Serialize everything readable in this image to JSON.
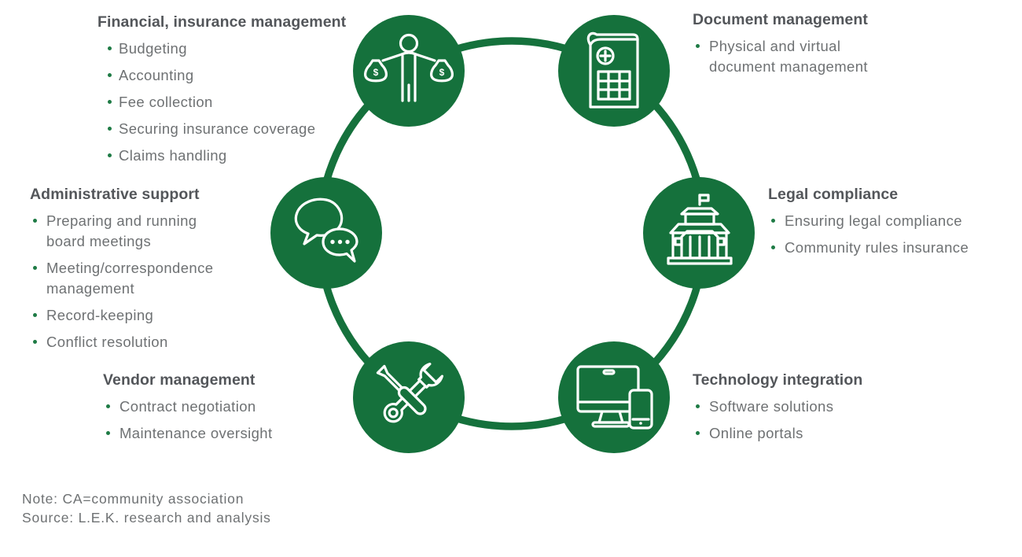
{
  "colors": {
    "node_green": "#15713C",
    "ring_green": "#15713C",
    "title_gray": "#53565A",
    "body_gray": "#6E7173",
    "bullet_green": "#1E7B45",
    "icon_stroke": "#FFFFFF"
  },
  "sections": [
    {
      "id": "financial",
      "title": "Financial, insurance management",
      "icon": "money-bags-person-icon",
      "items": [
        "Budgeting",
        "Accounting",
        "Fee collection",
        "Securing insurance coverage",
        "Claims handling"
      ]
    },
    {
      "id": "document",
      "title": "Document management",
      "icon": "document-add-icon",
      "items": [
        "Physical and virtual\ndocument management"
      ]
    },
    {
      "id": "administrative",
      "title": "Administrative support",
      "icon": "chat-bubbles-icon",
      "items": [
        "Preparing and running\nboard meetings",
        "Meeting/correspondence\nmanagement",
        "Record-keeping",
        "Conflict resolution"
      ]
    },
    {
      "id": "legal",
      "title": "Legal compliance",
      "icon": "government-building-icon",
      "items": [
        "Ensuring legal compliance",
        "Community rules insurance"
      ]
    },
    {
      "id": "vendor",
      "title": "Vendor management",
      "icon": "crossed-tools-icon",
      "items": [
        "Contract negotiation",
        "Maintenance oversight"
      ]
    },
    {
      "id": "technology",
      "title": "Technology integration",
      "icon": "devices-icon",
      "items": [
        "Software solutions",
        "Online portals"
      ]
    }
  ],
  "money_bag_symbol": "$",
  "footnote": {
    "note": "Note: CA=community association",
    "source": "Source: L.E.K. research and analysis"
  }
}
